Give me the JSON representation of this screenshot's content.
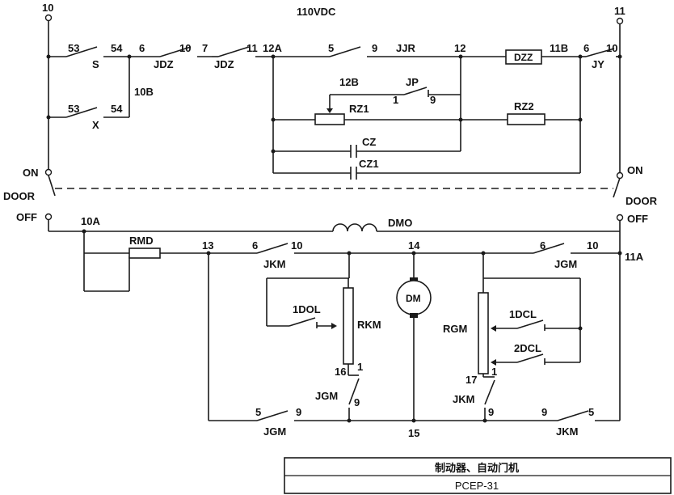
{
  "supply": {
    "voltage": "110VDC",
    "left_node": "10",
    "right_node": "11"
  },
  "switches": {
    "S": "S",
    "X": "X",
    "JDZ": "JDZ",
    "JJR": "JJR",
    "JP": "JP",
    "JY": "JY",
    "JKM": "JKM",
    "JGM": "JGM",
    "DOL1": "1DOL",
    "DCL1": "1DCL",
    "DCL2": "2DCL"
  },
  "components": {
    "DZZ": "DZZ",
    "RZ1": "RZ1",
    "RZ2": "RZ2",
    "CZ": "CZ",
    "CZ1": "CZ1",
    "RMD": "RMD",
    "DMO": "DMO",
    "DM": "DM",
    "RKM": "RKM",
    "RGM": "RGM"
  },
  "door": {
    "on": "ON",
    "door": "DOOR",
    "off": "OFF"
  },
  "nodes": {
    "n53": "53",
    "n54": "54",
    "n6": "6",
    "n10": "10",
    "n7": "7",
    "n11": "11",
    "n12A": "12A",
    "n5": "5",
    "n9": "9",
    "n12": "12",
    "n11B": "11B",
    "n12B": "12B",
    "n1": "1",
    "n10B": "10B",
    "n10A": "10A",
    "n13": "13",
    "n14": "14",
    "n11A": "11A",
    "n15": "15",
    "n16": "16",
    "n17": "17"
  },
  "title_block": {
    "title": "制动器、自动门机",
    "code": "PCEP-31"
  }
}
